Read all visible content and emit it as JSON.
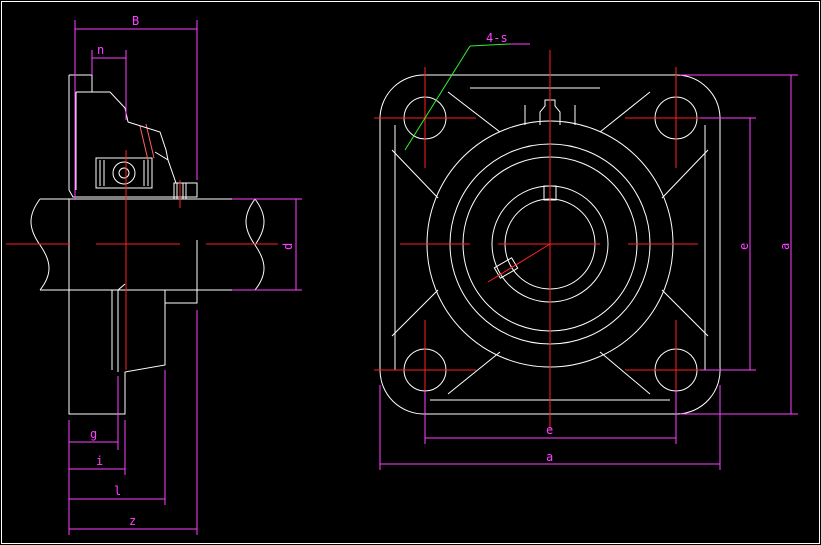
{
  "colors": {
    "background": "#000000",
    "outline": "#ffffff",
    "centerline": "#ff2020",
    "dimension": "#ff40ff",
    "leader": "#33ee33",
    "frame": "#ffffff"
  },
  "labels": {
    "B": "B",
    "n": "n",
    "d": "d",
    "g": "g",
    "i": "i",
    "l": "l",
    "z": "z",
    "holes": "4-s",
    "e_horizontal": "e",
    "a_horizontal": "a",
    "e_vertical": "e",
    "a_vertical": "a"
  }
}
